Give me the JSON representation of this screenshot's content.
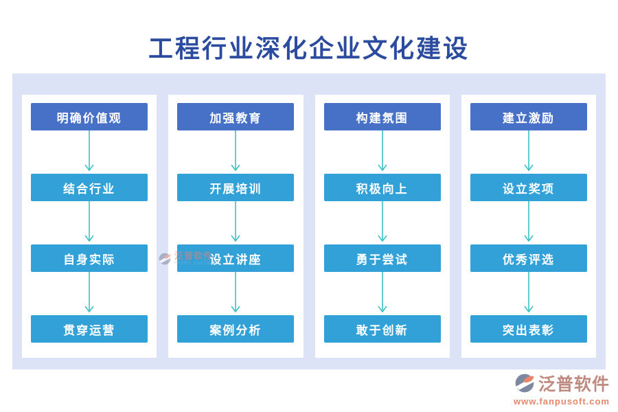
{
  "title": "工程行业深化企业文化建设",
  "columns": [
    {
      "header": "明确价值观",
      "steps": [
        "结合行业",
        "自身实际",
        "贯穿运营"
      ]
    },
    {
      "header": "加强教育",
      "steps": [
        "开展培训",
        "设立讲座",
        "案例分析"
      ]
    },
    {
      "header": "构建氛围",
      "steps": [
        "积极向上",
        "勇于尝试",
        "敢于创新"
      ]
    },
    {
      "header": "建立激励",
      "steps": [
        "设立奖项",
        "优秀评选",
        "突出表彰"
      ]
    }
  ],
  "watermark": {
    "name": "泛普软件",
    "subtext": "FANPU SOFTWARE"
  },
  "logo": {
    "name": "泛普软件",
    "url": "www.fanpusoft.com"
  },
  "colors": {
    "title": "#2b4b9e",
    "panel-bg": "#dce3f6",
    "column-bg": "#ffffff",
    "header-box": "#4671c6",
    "step-box": "#31a1d8",
    "arrow": "#3ac2c4",
    "box-text": "#ffffff",
    "logo-name": "#bf8b80",
    "logo-url": "#e4876c",
    "logo-salmon": "#e8866b",
    "logo-gray": "#7d88a0"
  }
}
